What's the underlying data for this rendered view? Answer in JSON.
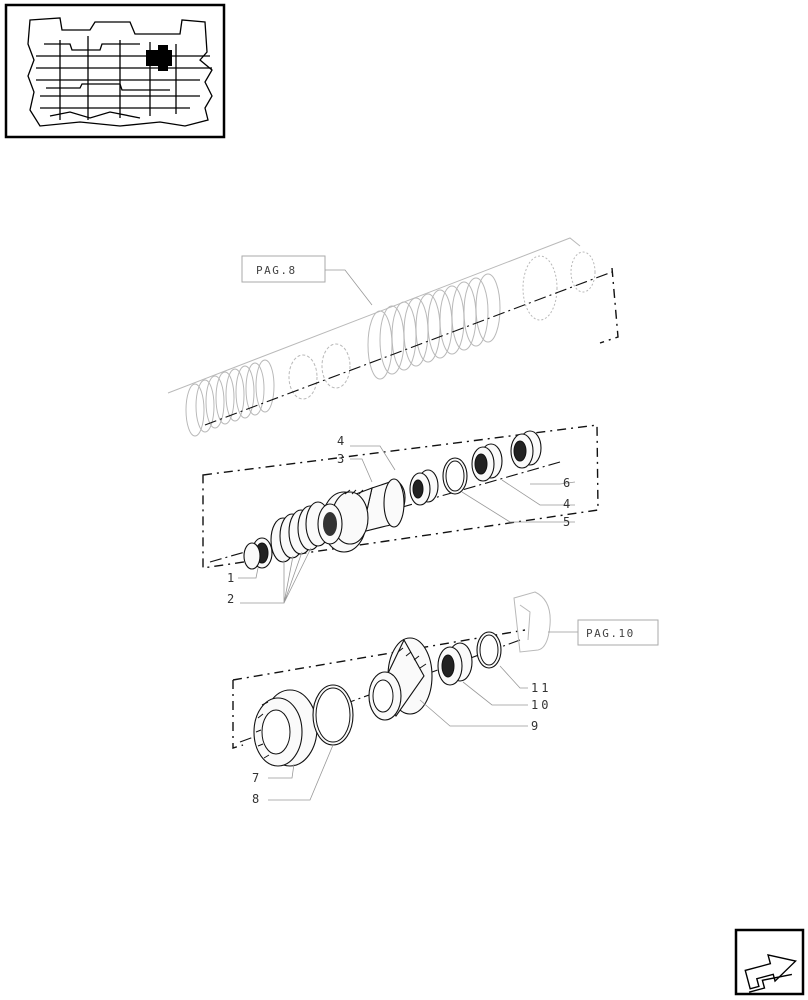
{
  "references": {
    "page_8": "PAG.8",
    "page_10": "PAG.10"
  },
  "callouts": {
    "c1": "1",
    "c2": "2",
    "c3": "3",
    "c4a": "4",
    "c4b": "4",
    "c5": "5",
    "c6": "6",
    "c7": "7",
    "c8": "8",
    "c9": "9",
    "c10": "10",
    "c11": "11"
  },
  "nav": {
    "icon": "return-arrow-icon"
  }
}
